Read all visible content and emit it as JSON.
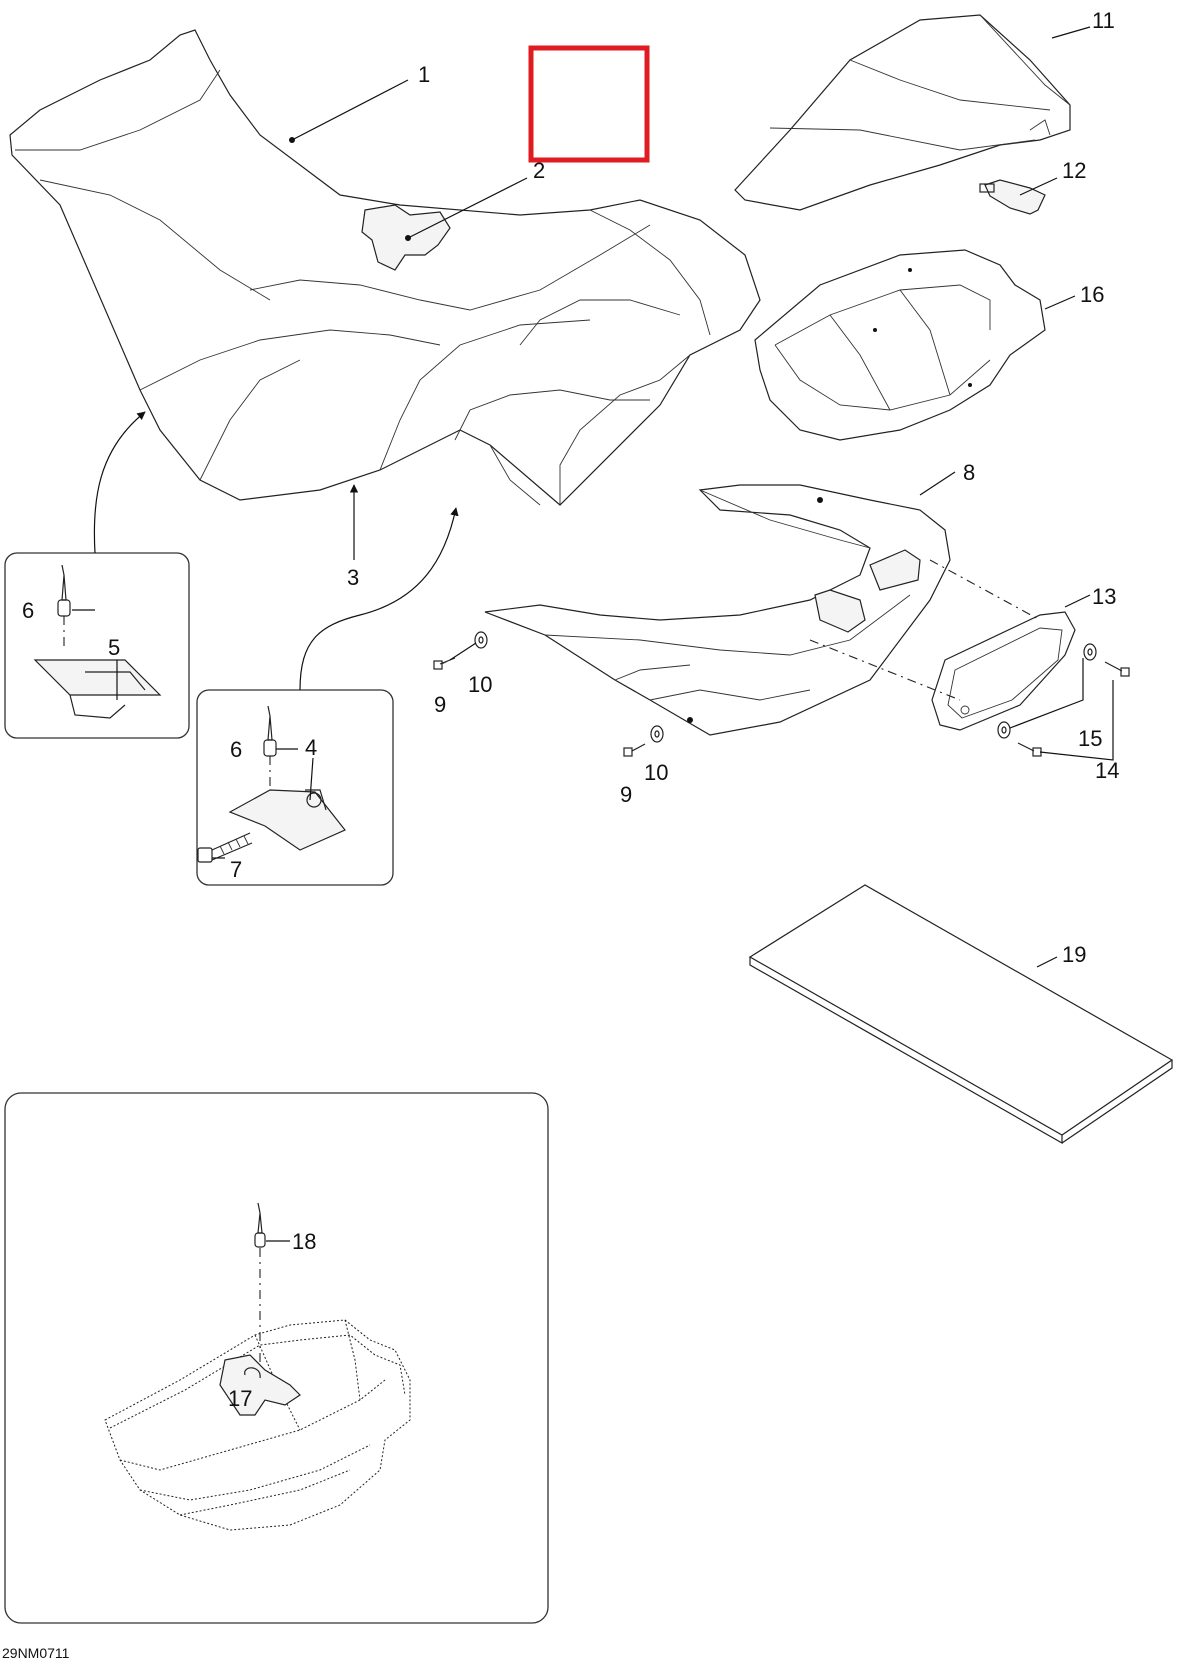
{
  "figure_id": "29NM0711",
  "highlight_color": "#e11b22",
  "callouts": {
    "c1": "1",
    "c2": "2",
    "c3": "3",
    "c4": "4",
    "c5": "5",
    "c6a": "6",
    "c6b": "6",
    "c7": "7",
    "c8": "8",
    "c9a": "9",
    "c9b": "9",
    "c10a": "10",
    "c10b": "10",
    "c11": "11",
    "c12": "12",
    "c13": "13",
    "c14": "14",
    "c15": "15",
    "c16": "16",
    "c17": "17",
    "c18": "18",
    "c19": "19"
  }
}
